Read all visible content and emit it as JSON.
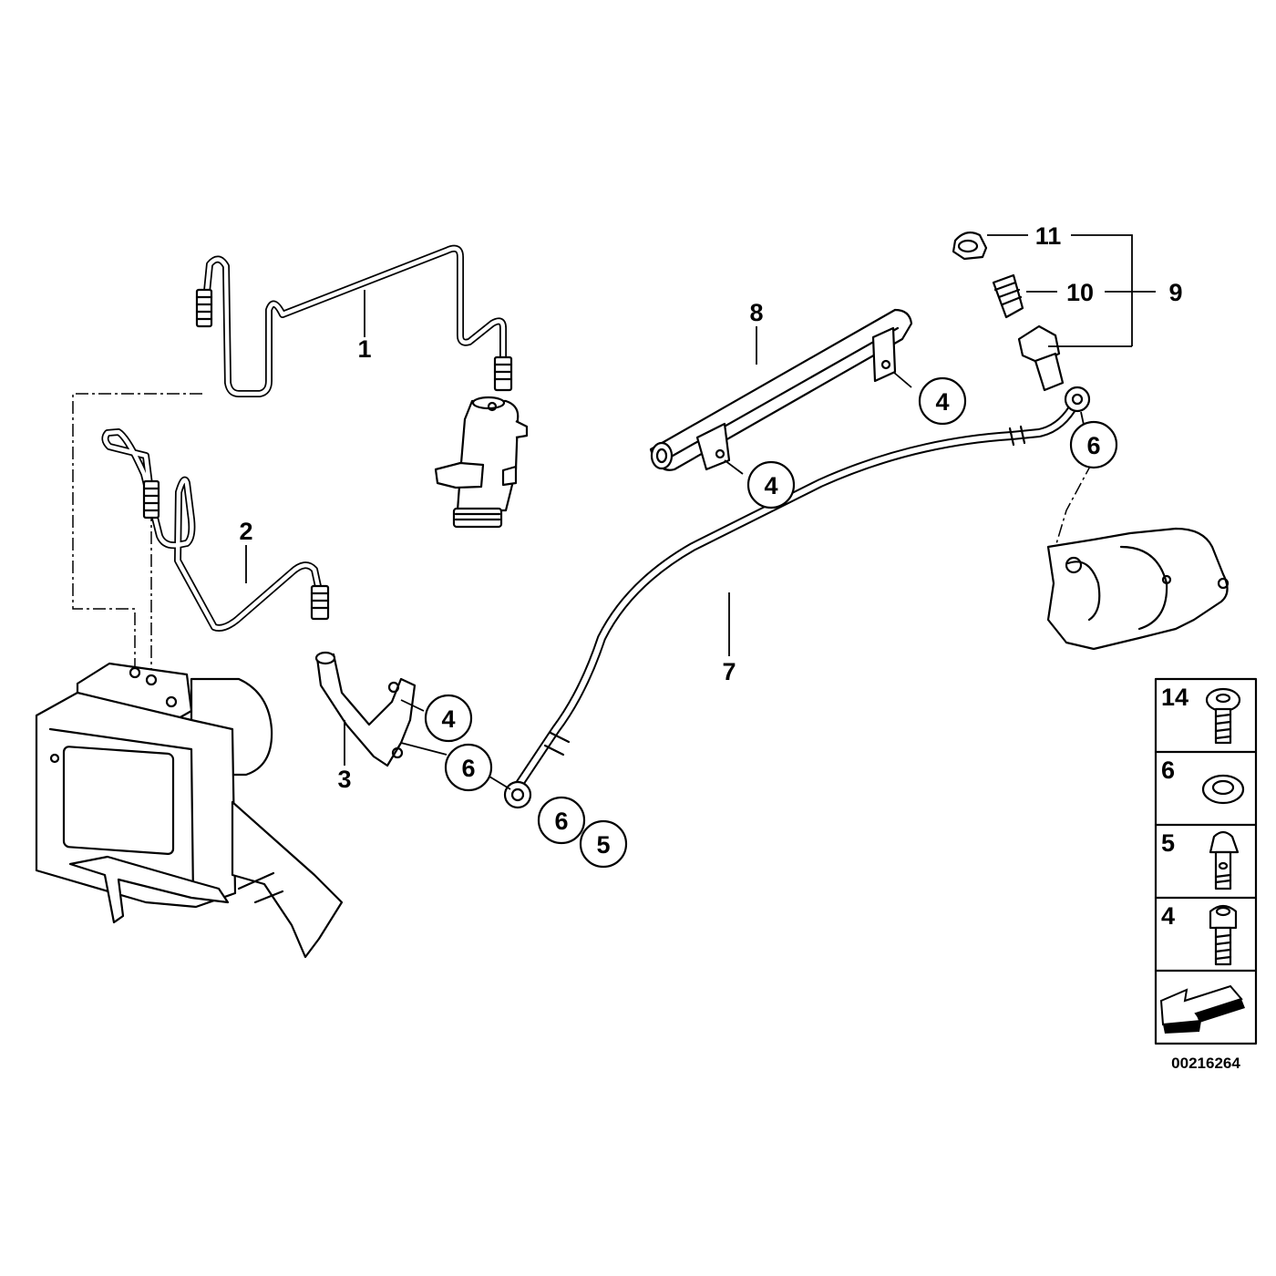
{
  "callouts": {
    "brake_pipe_1": "1",
    "brake_pipe_2": "2",
    "bracket_pipe_3": "3",
    "screw_4_bracket": "4",
    "screw_4_holder_lower": "4",
    "screw_4_holder_upper": "4",
    "hollow_bolt_5": "5",
    "seal_6_bracket": "6",
    "seal_6_hose": "6",
    "seal_6_caliper": "6",
    "brake_hose_7": "7",
    "holder_8": "8",
    "bleeder_set_9": "9",
    "bleeder_valve_10": "10",
    "dust_cap_11": "11"
  },
  "legend": {
    "items": [
      {
        "label": "14",
        "icon": "torx-flange-screw-icon"
      },
      {
        "label": "6",
        "icon": "sealing-ring-icon"
      },
      {
        "label": "5",
        "icon": "banjo-bolt-icon"
      },
      {
        "label": "4",
        "icon": "hex-socket-screw-icon"
      }
    ],
    "arrow_icon": "direction-arrow-icon"
  },
  "diagram_id": "00216264"
}
